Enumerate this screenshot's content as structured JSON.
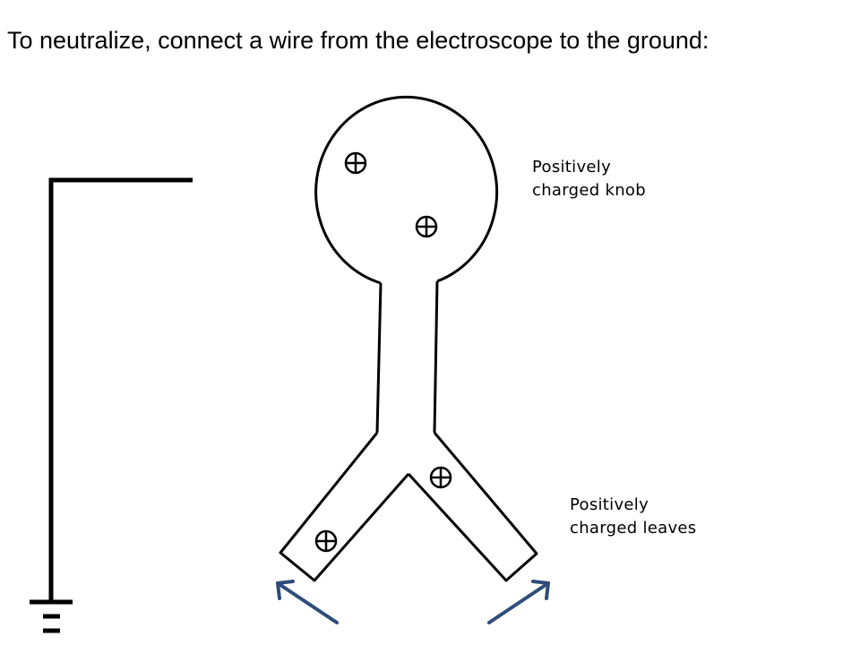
{
  "title": "To neutralize, connect a wire from the electroscope to the ground:",
  "labels": {
    "knob": {
      "line1": "Positively",
      "line2": "charged knob"
    },
    "leaves": {
      "line1": "Positively",
      "line2": "charged leaves"
    }
  },
  "colors": {
    "arrow": "#2e4d7a",
    "line": "#000000"
  },
  "icons": [
    "plus-circle-icon",
    "ground-symbol-icon",
    "arrow-icon"
  ]
}
